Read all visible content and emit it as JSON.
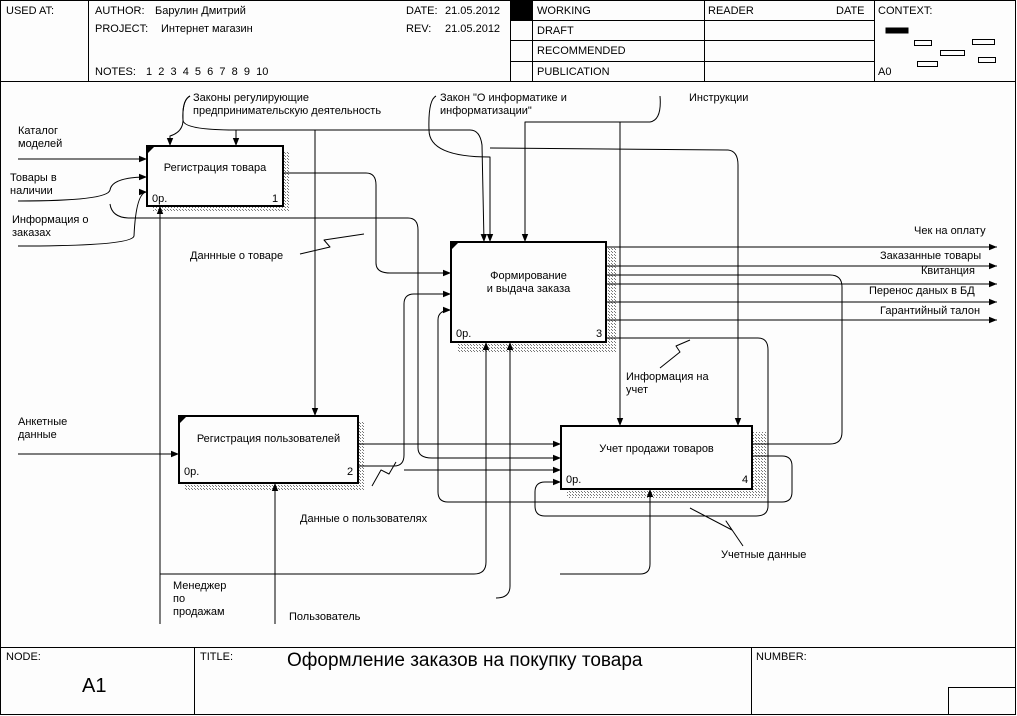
{
  "header": {
    "used_at_label": "USED AT:",
    "author_label": "AUTHOR:",
    "author": "Барулин Дмитрий",
    "project_label": "PROJECT:",
    "project": "Интернет магазин",
    "date_label": "DATE:",
    "date": "21.05.2012",
    "rev_label": "REV:",
    "rev": "21.05.2012",
    "notes_label": "NOTES:",
    "notes": "1  2  3  4  5  6  7  8  9  10",
    "statuses": [
      "WORKING",
      "DRAFT",
      "RECOMMENDED",
      "PUBLICATION"
    ],
    "reader_label": "READER",
    "reader_date_label": "DATE",
    "context_label": "CONTEXT:",
    "context_node": "A0"
  },
  "boxes": [
    {
      "title": "Регистрация товара",
      "cost": "0р.",
      "number": "1"
    },
    {
      "title": "Регистрация пользователей",
      "cost": "0р.",
      "number": "2"
    },
    {
      "title": "Формирование\nи выдача заказа",
      "cost": "0р.",
      "number": "3"
    },
    {
      "title": "Учет продажи товаров",
      "cost": "0р.",
      "number": "4"
    }
  ],
  "arrow_labels": {
    "catalog": "Каталог\nмоделей",
    "goods_in_stock": "Товары в\nналичии",
    "order_info": "Информация о\nзаказах",
    "business_laws": "Законы регулирующие\nпредпринимательскую деятельность",
    "info_law": "Закон \"О информатике и\nинформатизации\"",
    "instructions": "Инструкции",
    "goods_data": "Даннные о товаре",
    "questionnaire": "Анкетные\nданные",
    "user_data": "Данные о пользователях",
    "accounting_data": "Учетные данные",
    "accounting_info": "Информация на\nучет",
    "sales_manager": "Менеджер\nпо\nпродажам",
    "user": "Пользователь",
    "payment_check": "Чек на оплату",
    "ordered_goods": "Заказанные товары",
    "receipt": "Квитанция",
    "db_transfer": "Перенос даных в БД",
    "warranty": "Гарантийный талон"
  },
  "footer": {
    "node_label": "NODE:",
    "node": "A1",
    "title_label": "TITLE:",
    "title": "Оформление заказов на покупку товара",
    "number_label": "NUMBER:"
  }
}
